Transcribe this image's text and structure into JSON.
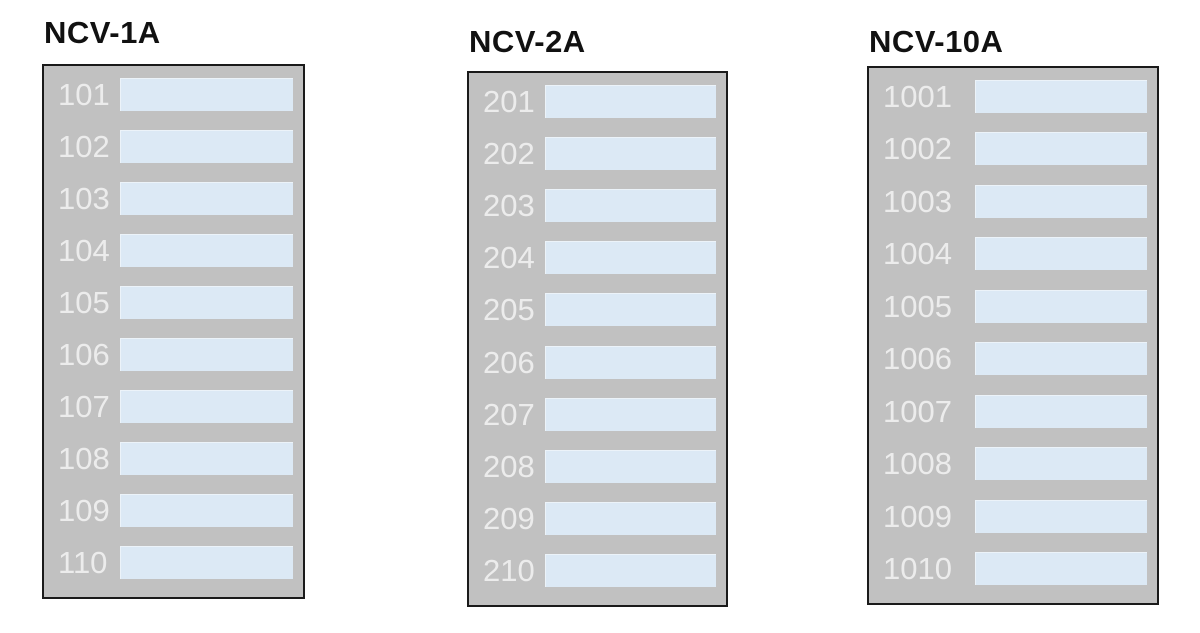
{
  "colors": {
    "page_background": "#ffffff",
    "panel_background": "#c1c1c1",
    "panel_border": "#1a1a1a",
    "field_fill": "#dce9f5",
    "row_number_text": "#ececec",
    "title_text": "#111111"
  },
  "panels": [
    {
      "title": "NCV-1A",
      "rows": [
        "101",
        "102",
        "103",
        "104",
        "105",
        "106",
        "107",
        "108",
        "109",
        "110"
      ]
    },
    {
      "title": "NCV-2A",
      "rows": [
        "201",
        "202",
        "203",
        "204",
        "205",
        "206",
        "207",
        "208",
        "209",
        "210"
      ]
    },
    {
      "title": "NCV-10A",
      "rows": [
        "1001",
        "1002",
        "1003",
        "1004",
        "1005",
        "1006",
        "1007",
        "1008",
        "1009",
        "1010"
      ]
    }
  ]
}
